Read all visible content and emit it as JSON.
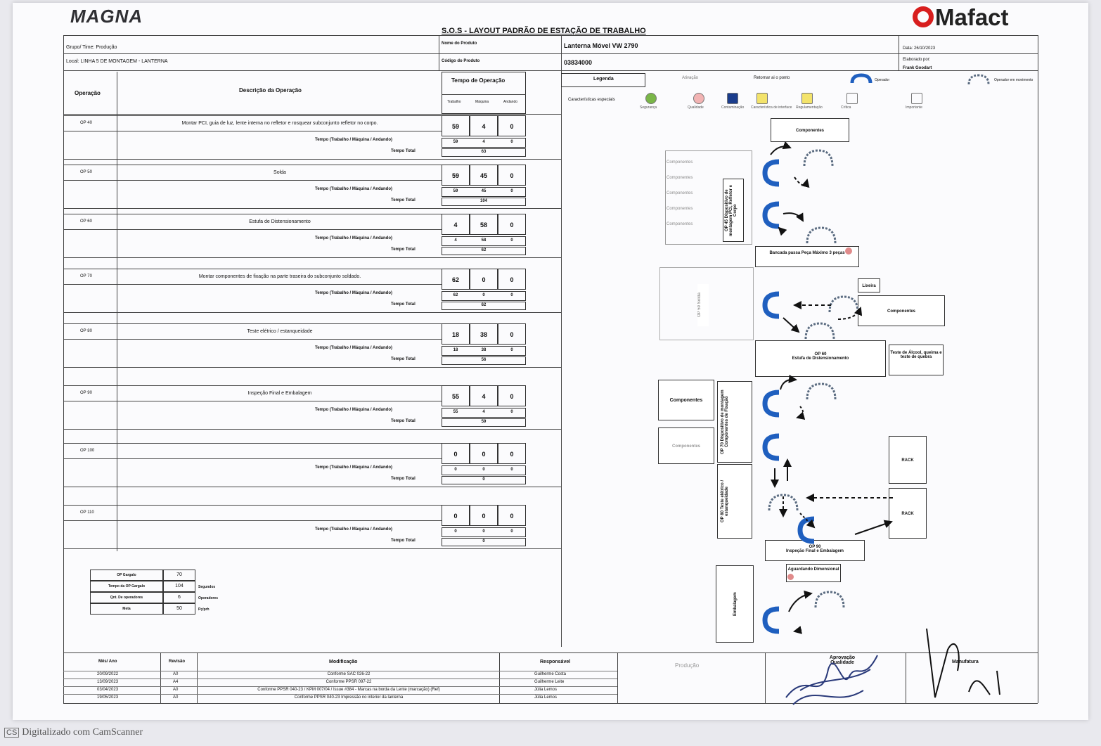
{
  "brand": {
    "left_logo": "MAGNA",
    "right_logo": "Mafact"
  },
  "title": "S.O.S - LAYOUT PADRÃO DE ESTAÇÃO DE TRABALHO",
  "header": {
    "grupo_time": "Grupo/ Time: Produção",
    "local": "Local: LINHA 5 DE MONTAGEM - LANTERNA",
    "nome_produto_label": "Nome do Produto",
    "nome_produto": "Lanterna Móvel VW 2790",
    "codigo_produto_label": "Código do Produto",
    "codigo_produto": "03834000",
    "data_label": "Data: 26/10/2023",
    "elaborado_label": "Elaborado por:",
    "elaborado": "Frank Goodart"
  },
  "table_headers": {
    "operacao": "Operação",
    "descricao": "Descrição da Operação",
    "tempo": "Tempo de Operação",
    "trabalho": "Trabalho",
    "maquina": "Máquina",
    "andando": "Andando",
    "tempo_row": "Tempo (Trabalho / Máquina / Andando)",
    "tempo_total": "Tempo Total"
  },
  "operations": [
    {
      "op": "OP 40",
      "desc": "Montar PCI, guia de luz, lente interna no refletor e rosquear subconjunto refletor no corpo.",
      "t": "59",
      "m": "4",
      "a": "0",
      "t2": "59",
      "m2": "4",
      "a2": "0",
      "total": "63"
    },
    {
      "op": "OP 50",
      "desc": "Solda",
      "t": "59",
      "m": "45",
      "a": "0",
      "t2": "59",
      "m2": "45",
      "a2": "0",
      "total": "104"
    },
    {
      "op": "OP 60",
      "desc": "Estufa de Distensionamento",
      "t": "4",
      "m": "58",
      "a": "0",
      "t2": "4",
      "m2": "58",
      "a2": "0",
      "total": "62"
    },
    {
      "op": "OP 70",
      "desc": "Montar componentes de fixação na parte traseira do subconjunto soldado.",
      "t": "62",
      "m": "0",
      "a": "0",
      "t2": "62",
      "m2": "0",
      "a2": "0",
      "total": "62"
    },
    {
      "op": "OP 80",
      "desc": "Teste elétrico / estanqueidade",
      "t": "18",
      "m": "38",
      "a": "0",
      "t2": "18",
      "m2": "38",
      "a2": "0",
      "total": "56"
    },
    {
      "op": "OP 90",
      "desc": "Inspeção Final e Embalagem",
      "t": "55",
      "m": "4",
      "a": "0",
      "t2": "55",
      "m2": "4",
      "a2": "0",
      "total": "59"
    },
    {
      "op": "OP 100",
      "desc": "",
      "t": "0",
      "m": "0",
      "a": "0",
      "t2": "0",
      "m2": "0",
      "a2": "0",
      "total": "0"
    },
    {
      "op": "OP 110",
      "desc": "",
      "t": "0",
      "m": "0",
      "a": "0",
      "t2": "0",
      "m2": "0",
      "a2": "0",
      "total": "0"
    }
  ],
  "summary": [
    {
      "label": "OP Gargalo",
      "value": "70",
      "unit": ""
    },
    {
      "label": "Tempo da OP Gargalo",
      "value": "104",
      "unit": "Segundos"
    },
    {
      "label": "Qnt. De operadores",
      "value": "6",
      "unit": "Operadores"
    },
    {
      "label": "Meta",
      "value": "50",
      "unit": "Pç/prh"
    }
  ],
  "legend": {
    "legenda": "Legenda",
    "caracteristicas": "Características especiais",
    "items": [
      "Ativação",
      "Retornar ai o ponto",
      "Operador",
      "Operador em movimento"
    ],
    "symbols": [
      "Segurança",
      "Qualidade",
      "Contaminação",
      "Característica de interface",
      "Regulamentação",
      "Crítica",
      "Importante"
    ]
  },
  "layout": {
    "componentes": "Componentes",
    "op45": "OP 45 Dispositivo de montagem PCI, Refletor e Corpo",
    "bancada": "Bancada passa Peça Máximo 3 peças",
    "op50": "OP 50 Solda",
    "lixeira": "Lixeira",
    "op60": "OP 60",
    "op60_desc": "Estufa de Distensionamento",
    "teste_alcool": "Teste de Álcool, queima e teste de quebra",
    "op70": "OP 70 Dispositivo de montagem Componentes de Fixação",
    "op80": "OP 80 Teste elétrico / estanqueidade",
    "rack": "RACK",
    "op90": "OP 90",
    "op90_desc": "Inspeção Final e Embalagem",
    "aguardando": "Aguardando Dimensional",
    "embalagem": "Embalagem"
  },
  "footer": {
    "headers": {
      "data": "Mês/ Ano",
      "revisao": "Revisão",
      "modificacao": "Modificação",
      "responsavel": "Responsável",
      "producao": "Produção",
      "aprovacao": "Aprovação Qualidade",
      "manufatura": "Manufatura"
    },
    "rows": [
      {
        "data": "20/09/2022",
        "rev": "A0",
        "mod": "Conforme SAC 026-22",
        "resp": "Guilherme Costa"
      },
      {
        "data": "13/09/2023",
        "rev": "A4",
        "mod": "Conforme PPSR 097-22",
        "resp": "Guilherme Leite"
      },
      {
        "data": "03/04/2023",
        "rev": "A0",
        "mod": "Conforme PPSR 040-23 / KPM 007/04 / Issue #384 - Marcas na borda da Lente (marcação) (Ref)",
        "resp": "Júlia Lemos"
      },
      {
        "data": "19/05/2023",
        "rev": "A0",
        "mod": "Conforme PPSR 040-23 Impressão no interior da lanterna",
        "resp": "Júlia Lemos"
      }
    ]
  },
  "scanner": {
    "badge": "CS",
    "text": "Digitalizado com CamScanner"
  },
  "colors": {
    "operator_blue": "#1f5fbf",
    "ghost": "#5a6b80",
    "mafact_red": "#d81e1e",
    "sheet": "#fbfbfd"
  }
}
